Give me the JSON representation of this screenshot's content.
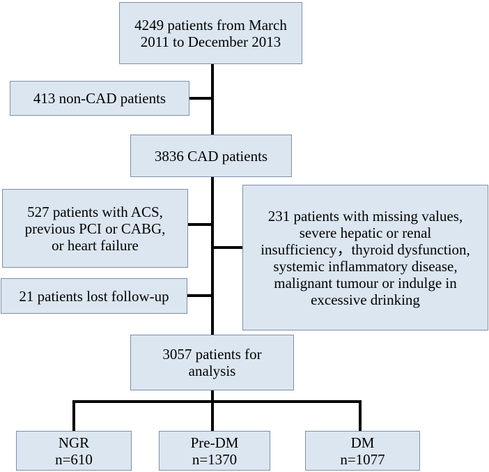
{
  "boxes": {
    "total": [
      "4249 patients from March",
      "2011 to December 2013"
    ],
    "non_cad": [
      "413 non-CAD patients"
    ],
    "cad": [
      "3836 CAD patients"
    ],
    "acs": [
      "527 patients with ACS,",
      "previous PCI or CABG,",
      "or heart failure"
    ],
    "lost": [
      "21 patients lost follow-up"
    ],
    "missing": [
      "231 patients with missing values,",
      "severe hepatic or renal",
      "insufficiency，thyroid dysfunction,",
      "systemic inflammatory disease,",
      "malignant tumour or indulge in",
      "excessive drinking"
    ],
    "analysis": [
      "3057 patients for",
      "analysis"
    ],
    "ngr": [
      "NGR",
      "n=610"
    ],
    "predm": [
      "Pre-DM",
      "n=1370"
    ],
    "dm": [
      "DM",
      "n=1077"
    ]
  },
  "colors": {
    "box_fill": "#dce6f1",
    "box_border": "#7f8fa6",
    "connector": "#000000"
  }
}
